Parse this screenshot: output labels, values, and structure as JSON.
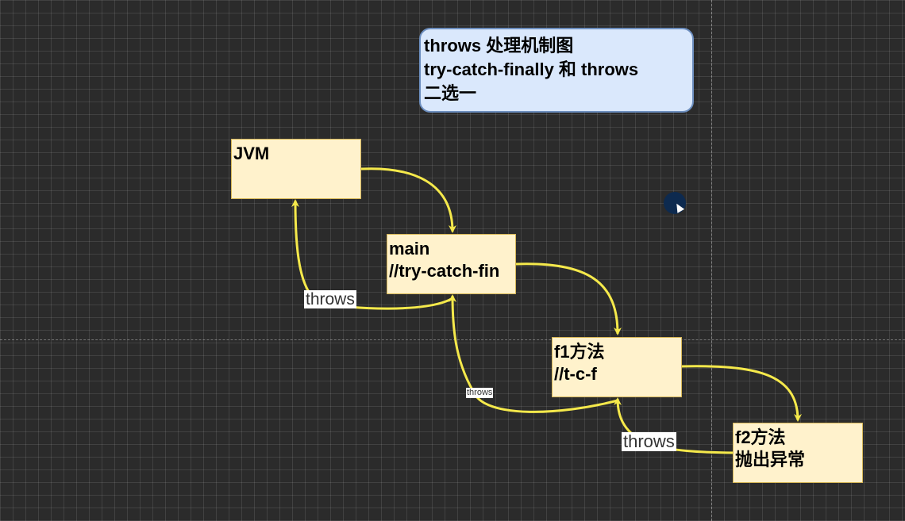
{
  "title_note": {
    "lines": [
      "throws 处理机制图",
      "try-catch-finally 和 throws",
      "二选一"
    ]
  },
  "nodes": {
    "jvm": {
      "lines": [
        "JVM"
      ]
    },
    "main": {
      "lines": [
        "main",
        "//try-catch-fin"
      ]
    },
    "f1": {
      "lines": [
        "f1方法",
        "//t-c-f"
      ]
    },
    "f2": {
      "lines": [
        "f2方法",
        "抛出异常"
      ]
    }
  },
  "edge_labels": {
    "main_to_jvm": "throws",
    "f1_to_main": "throws",
    "f2_to_f1": "throws"
  },
  "colors": {
    "arrow": "#f5e94b",
    "node_fill": "#fff2cc",
    "note_fill": "#dae8fc"
  }
}
